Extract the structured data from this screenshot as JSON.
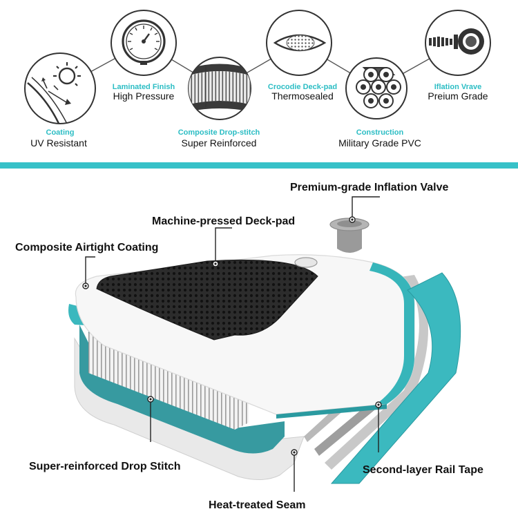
{
  "colors": {
    "accent": "#2bbdc4",
    "teal": "#37b5ba",
    "dark": "#222222"
  },
  "features": [
    {
      "icon": "sun-icon",
      "title": "Coating",
      "value": "UV Resistant"
    },
    {
      "icon": "pressure-gauge-icon",
      "title": "Laminated Finish",
      "value": "High Pressure"
    },
    {
      "icon": "drop-stitch-icon",
      "title": "Composite Drop-stitch",
      "value": "Super Reinforced"
    },
    {
      "icon": "deck-pad-icon",
      "title": "Crocodie Deck-pad",
      "value": "Thermosealed"
    },
    {
      "icon": "pvc-layers-icon",
      "title": "Construction",
      "value": "Military Grade PVC"
    },
    {
      "icon": "inflation-valve-icon",
      "title": "Iflation Vrave",
      "value": "Preium Grade"
    }
  ],
  "callouts": {
    "valve": "Premium-grade Inflation Valve",
    "deckpad": "Machine-pressed Deck-pad",
    "coating": "Composite Airtight Coating",
    "dropstitch": "Super-reinforced Drop Stitch",
    "railtape": "Second-layer Rail Tape",
    "seam": "Heat-treated Seam"
  }
}
